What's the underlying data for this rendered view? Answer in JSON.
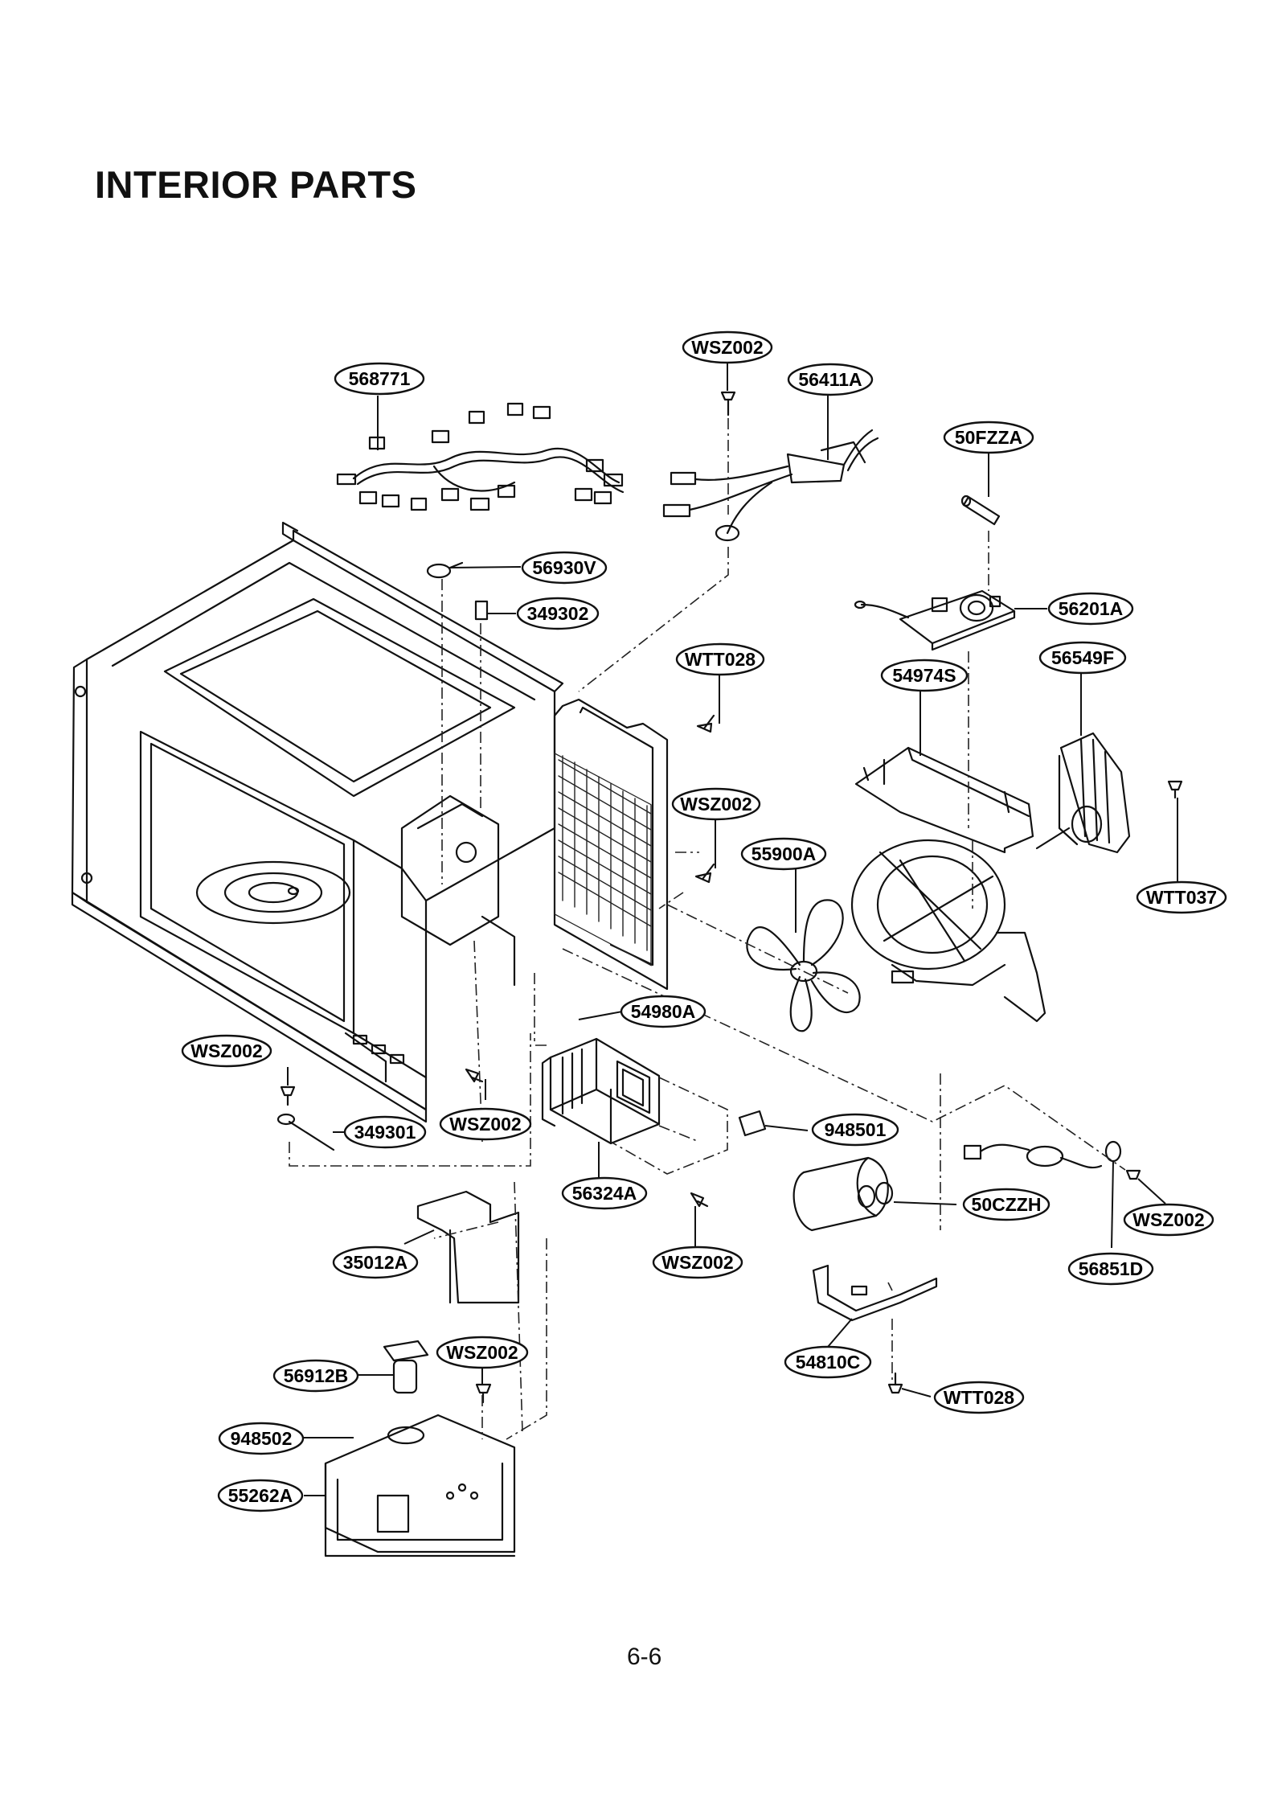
{
  "title": "INTERIOR PARTS",
  "page_number": "6-6",
  "callouts": [
    {
      "id": "c-568771",
      "label": "568771"
    },
    {
      "id": "c-wsz002-top",
      "label": "WSZ002"
    },
    {
      "id": "c-56411a",
      "label": "56411A"
    },
    {
      "id": "c-50fzza",
      "label": "50FZZA"
    },
    {
      "id": "c-56930v",
      "label": "56930V"
    },
    {
      "id": "c-349302",
      "label": "349302"
    },
    {
      "id": "c-56201a",
      "label": "56201A"
    },
    {
      "id": "c-wtt028-top",
      "label": "WTT028"
    },
    {
      "id": "c-54974s",
      "label": "54974S"
    },
    {
      "id": "c-56549f",
      "label": "56549F"
    },
    {
      "id": "c-wsz002-mid",
      "label": "WSZ002"
    },
    {
      "id": "c-55900a",
      "label": "55900A"
    },
    {
      "id": "c-wtt037",
      "label": "WTT037"
    },
    {
      "id": "c-54980a",
      "label": "54980A"
    },
    {
      "id": "c-wsz002-left",
      "label": "WSZ002"
    },
    {
      "id": "c-349301",
      "label": "349301"
    },
    {
      "id": "c-wsz002-magnetron",
      "label": "WSZ002"
    },
    {
      "id": "c-948501",
      "label": "948501"
    },
    {
      "id": "c-56324a",
      "label": "56324A"
    },
    {
      "id": "c-50czzh",
      "label": "50CZZH"
    },
    {
      "id": "c-wsz002-right",
      "label": "WSZ002"
    },
    {
      "id": "c-35012a",
      "label": "35012A"
    },
    {
      "id": "c-wsz002-bottom",
      "label": "WSZ002"
    },
    {
      "id": "c-56851d",
      "label": "56851D"
    },
    {
      "id": "c-54810c",
      "label": "54810C"
    },
    {
      "id": "c-56912b",
      "label": "56912B"
    },
    {
      "id": "c-wsz002-motor",
      "label": "WSZ002"
    },
    {
      "id": "c-wtt028-bottom",
      "label": "WTT028"
    },
    {
      "id": "c-948502",
      "label": "948502"
    },
    {
      "id": "c-55262a",
      "label": "55262A"
    }
  ]
}
